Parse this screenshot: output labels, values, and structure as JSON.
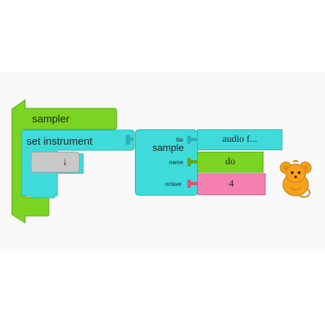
{
  "blocks": {
    "sampler": {
      "label": "sampler",
      "color": "#7bd421"
    },
    "set_instrument": {
      "label": "set instrument",
      "color": "#3fdbdb"
    },
    "placeholder": {
      "label": "↓"
    },
    "sample": {
      "label": "sample",
      "args": [
        {
          "name": "file",
          "value": "audio f...",
          "color": "#3fdbdb"
        },
        {
          "name": "name",
          "value": "do",
          "color": "#7bd421"
        },
        {
          "name": "octave",
          "value": "4",
          "color": "#f57fae"
        }
      ]
    }
  },
  "mascot": {
    "icon": "mouse-icon",
    "color": "#f7a21b"
  }
}
